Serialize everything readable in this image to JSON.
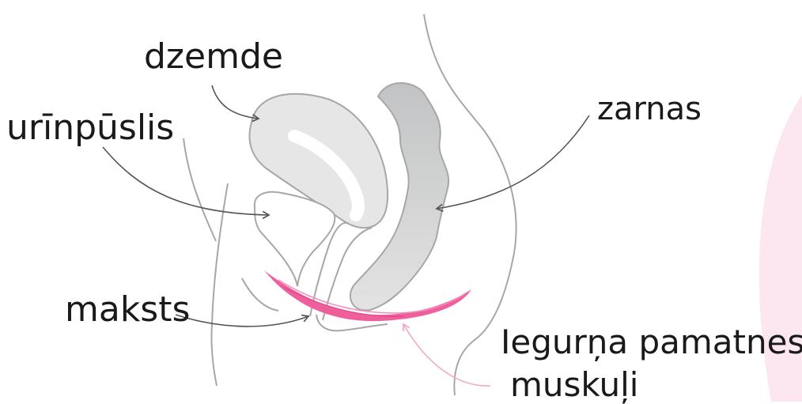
{
  "labels": {
    "uterus": "dzemde",
    "bladder": "urīnpūslis",
    "bowel": "zarnas",
    "vagina": "maksts",
    "pelvic_floor_line1": "Iegurņa pamatnes",
    "pelvic_floor_line2": "muskuļi"
  },
  "colors": {
    "organ_fill": "#e6e6e6",
    "bowel_fill": "#c9cacb",
    "outline": "#a7a7a7",
    "pointer": "#555555",
    "muscle": "#ee5f9c",
    "muscle_pointer": "#f2a9c8",
    "side_glow": "#fce6f0"
  }
}
